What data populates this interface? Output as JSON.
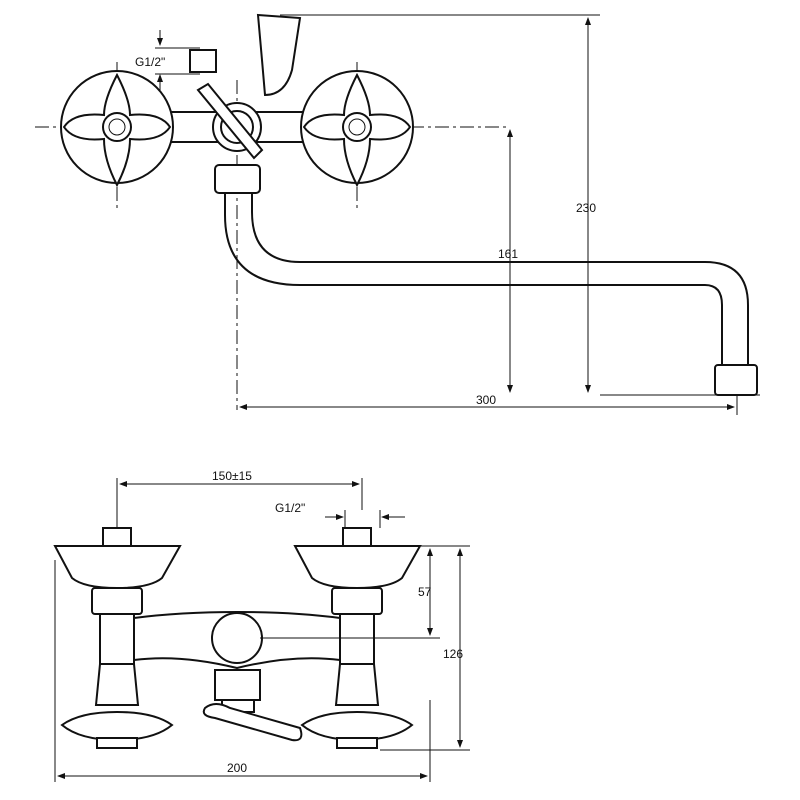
{
  "top_view": {
    "thread_label": "G1/2\"",
    "dim_height_total": "230",
    "dim_height_spout": "161",
    "dim_spout_length": "300"
  },
  "front_view": {
    "dim_center_distance": "150±15",
    "thread_label": "G1/2\"",
    "dim_upper_height": "57",
    "dim_total_height": "126",
    "dim_total_width": "200"
  }
}
